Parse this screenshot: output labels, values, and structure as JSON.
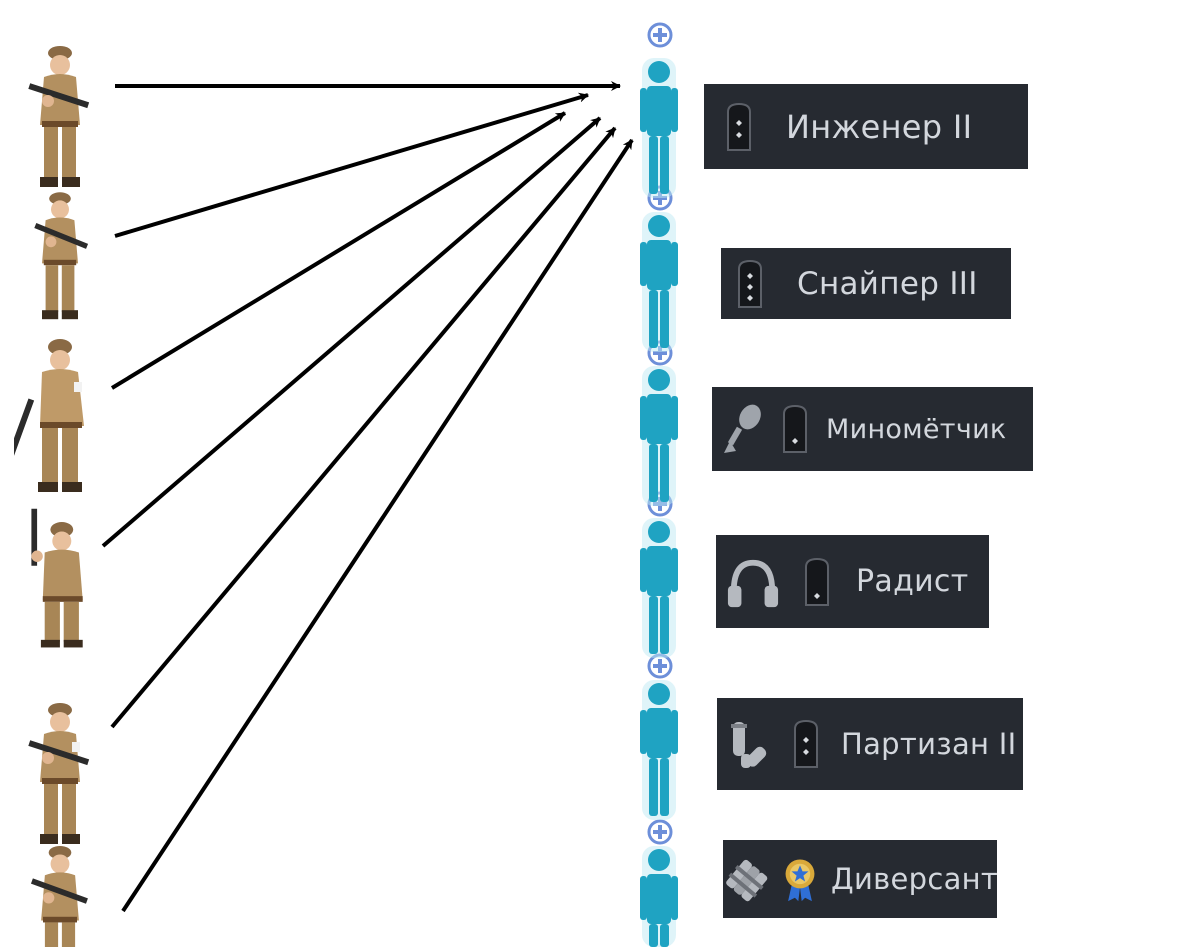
{
  "soldiers": [
    {
      "icon": "soldier-with-rifle-icon"
    },
    {
      "icon": "soldier-with-rifle-icon"
    },
    {
      "icon": "soldier-with-rifle-icon"
    },
    {
      "icon": "soldier-with-rifle-icon"
    },
    {
      "icon": "soldier-with-rifle-icon"
    },
    {
      "icon": "soldier-with-rifle-icon"
    }
  ],
  "squad_slots": [
    {
      "label": "Инженер II",
      "class_icon": "",
      "rank_icon": "rank-2-pips-icon"
    },
    {
      "label": "Снайпер III",
      "class_icon": "",
      "rank_icon": "rank-3-pips-icon"
    },
    {
      "label": "Миномётчик",
      "class_icon": "mortar-shell-icon",
      "rank_icon": "rank-1-pip-icon"
    },
    {
      "label": "Радист",
      "class_icon": "headphones-icon",
      "rank_icon": "rank-1-pip-icon"
    },
    {
      "label": "Партизан II",
      "class_icon": "ammo-icon",
      "rank_icon": "rank-2-pips-icon"
    },
    {
      "label": "Диверсант",
      "class_icon": "dynamite-icon",
      "rank_icon": "medal-icon"
    }
  ],
  "colors": {
    "card_bg": "#262a31",
    "card_text": "#d3d7dd",
    "slot_figure": "#1fa3c2",
    "plus_icon": "#6d8fd9",
    "arrow": "#000000"
  }
}
